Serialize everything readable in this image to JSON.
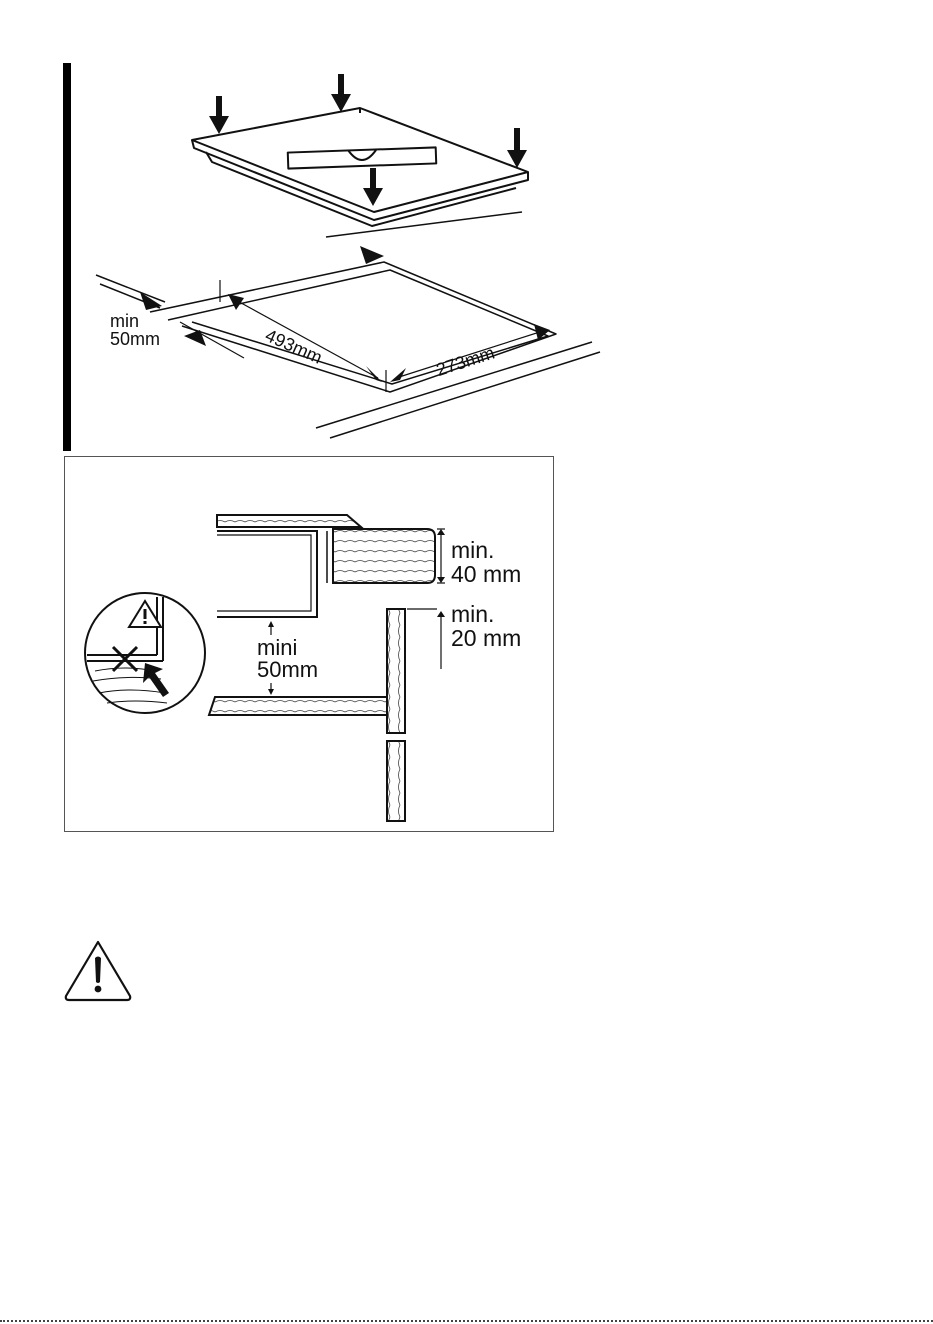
{
  "top_figure": {
    "labels": {
      "min_line1": "min",
      "min_line2": "50mm",
      "dim_depth": "493mm",
      "dim_width": "273mm"
    }
  },
  "bottom_figure": {
    "labels": {
      "worktop_min_line1": "min.",
      "worktop_min_line2": "40 mm",
      "gap_min_line1": "min.",
      "gap_min_line2": "20 mm",
      "clearance_line1": "mini",
      "clearance_line2": "50mm"
    },
    "inset": {
      "warning_symbol": "warning-triangle-icon"
    }
  },
  "warning": {
    "icon": "warning-triangle-icon"
  },
  "colors": {
    "ink": "#111111",
    "paper": "#ffffff"
  }
}
